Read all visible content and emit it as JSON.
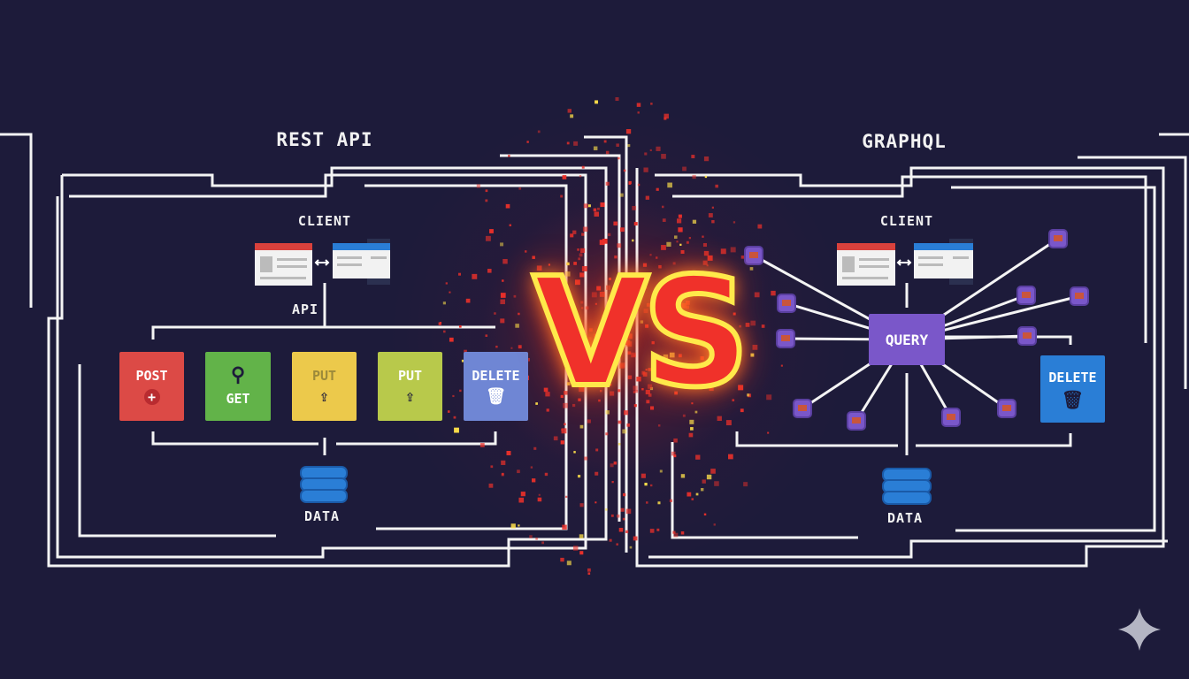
{
  "rest": {
    "title": "REST API",
    "client_label": "CLIENT",
    "api_label": "API",
    "methods": [
      {
        "label": "POST",
        "color": "#dc4a46",
        "icon": "plus-icon"
      },
      {
        "label": "GET",
        "color": "#62b349",
        "icon": "search-icon"
      },
      {
        "label": "PUT",
        "color": "#ecc94b",
        "icon": "upload-icon"
      },
      {
        "label": "PUT",
        "color": "#b8c94b",
        "icon": "upload-icon"
      },
      {
        "label": "DELETE",
        "color": "#6f86d4",
        "icon": "trash-icon"
      }
    ],
    "data_label": "DATA"
  },
  "vs_label": "VS",
  "graphql": {
    "title": "GRAPHQL",
    "client_label": "CLIENT",
    "query_label": "QUERY",
    "query_color": "#7a57c9",
    "delete_label": "DELETE",
    "delete_color": "#2a7ed6",
    "data_label": "DATA"
  }
}
